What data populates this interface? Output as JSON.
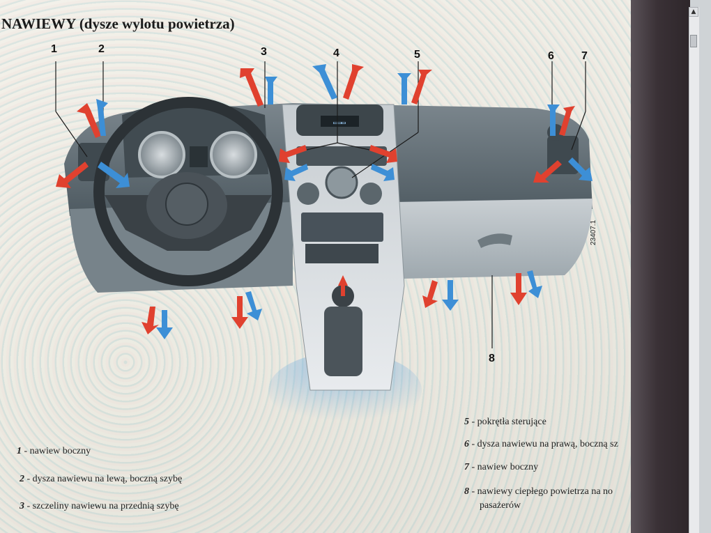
{
  "title": "NAWIEWY (dysze wylotu powietrza)",
  "figure_code": "23407.1",
  "callouts": [
    "1",
    "2",
    "3",
    "4",
    "5",
    "6",
    "7",
    "8"
  ],
  "display": {
    "lcd": "▭▭▭"
  },
  "legend": [
    {
      "num": "1",
      "text": " - nawiew boczny"
    },
    {
      "num": "2",
      "text": " - dysza nawiewu na lewą, boczną szybę"
    },
    {
      "num": "3",
      "text": " - szczeliny nawiewu na przednią szybę"
    },
    {
      "num": "5",
      "text": " - pokrętła sterujące"
    },
    {
      "num": "6",
      "text": " - dysza nawiewu na prawą, boczną sz"
    },
    {
      "num": "7",
      "text": " - nawiew boczny"
    },
    {
      "num": "8",
      "text": " - nawiewy ciepłego powietrza na no"
    },
    {
      "num": "",
      "text": "pasażerów"
    }
  ],
  "colors": {
    "warm_arrow": "#e0412f",
    "cold_arrow": "#3d8fd6",
    "dashboard": "#5f6b72",
    "page": "#f1efe8"
  }
}
